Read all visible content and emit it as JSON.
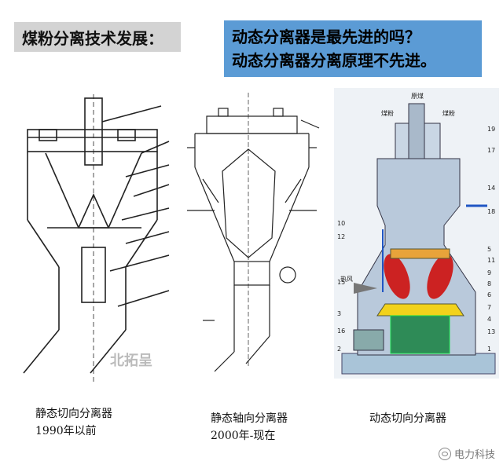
{
  "slide": {
    "title": "煤粉分离技术发展：",
    "question_line1": "动态分离器是最先进的吗？",
    "question_line2": "动态分离器分离原理不先进。"
  },
  "diagrams": [
    {
      "name": "static-tangential-separator",
      "caption_line1": "静态切向分离器",
      "caption_line2": "1990年以前",
      "watermark": "北拓呈"
    },
    {
      "name": "static-axial-separator",
      "caption_line1": "静态轴向分离器",
      "caption_line2": "2000年-现在"
    },
    {
      "name": "dynamic-tangential-separator",
      "caption_line1": "动态切向分离器",
      "labels": {
        "raw_coal": "原煤",
        "coal_powder_left": "煤粉",
        "coal_powder_right": "煤粉",
        "hot_air": "热风"
      },
      "part_numbers": [
        "19",
        "17",
        "14",
        "18",
        "10",
        "12",
        "5",
        "11",
        "9",
        "8",
        "6",
        "7",
        "15",
        "4",
        "13",
        "3",
        "16",
        "1",
        "2"
      ]
    }
  ],
  "watermark": {
    "text": "电力科技"
  },
  "colors": {
    "title_bg": "#d3d3d3",
    "question_bg": "#5b9bd5",
    "mill_body": "#b9c9db",
    "mill_grinding": "#cc2222",
    "mill_table": "#f2d21b",
    "mill_base": "#2e8b57"
  }
}
